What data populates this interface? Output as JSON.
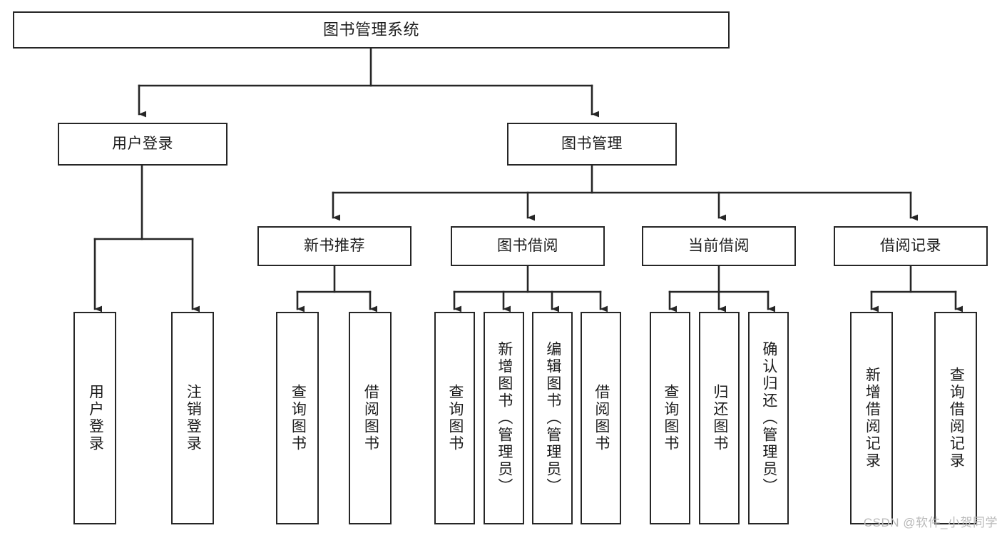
{
  "diagram": {
    "type": "tree",
    "title": "图书管理系统",
    "orientation": "top-down",
    "colors": {
      "box_border": "#262626",
      "box_fill": "#ffffff",
      "connector": "#262626",
      "text": "#1c1c1c",
      "watermark": "#b9b9b9",
      "background": "#ffffff"
    },
    "nodes": {
      "root": {
        "label": "图书管理系统",
        "level": 0,
        "text_orientation": "horizontal"
      },
      "user_login": {
        "label": "用户登录",
        "level": 1,
        "text_orientation": "horizontal"
      },
      "book_manage": {
        "label": "图书管理",
        "level": 1,
        "text_orientation": "horizontal"
      },
      "new_book_rec": {
        "label": "新书推荐",
        "level": 2,
        "text_orientation": "horizontal"
      },
      "book_borrow": {
        "label": "图书借阅",
        "level": 2,
        "text_orientation": "horizontal"
      },
      "current_borrow": {
        "label": "当前借阅",
        "level": 2,
        "text_orientation": "horizontal"
      },
      "borrow_record": {
        "label": "借阅记录",
        "level": 2,
        "text_orientation": "horizontal"
      },
      "leaf_user_login": {
        "label": "用户登录",
        "level": 3,
        "text_orientation": "vertical"
      },
      "leaf_logout": {
        "label": "注销登录",
        "level": 3,
        "text_orientation": "vertical"
      },
      "leaf_query_book_1": {
        "label": "查询图书",
        "level": 3,
        "text_orientation": "vertical"
      },
      "leaf_borrow_book_1": {
        "label": "借阅图书",
        "level": 3,
        "text_orientation": "vertical"
      },
      "leaf_query_book_2": {
        "label": "查询图书",
        "level": 3,
        "text_orientation": "vertical"
      },
      "leaf_add_book": {
        "label": "新增图书（管理员）",
        "level": 3,
        "text_orientation": "vertical"
      },
      "leaf_edit_book": {
        "label": "编辑图书（管理员）",
        "level": 3,
        "text_orientation": "vertical"
      },
      "leaf_borrow_book_2": {
        "label": "借阅图书",
        "level": 3,
        "text_orientation": "vertical"
      },
      "leaf_query_book_3": {
        "label": "查询图书",
        "level": 3,
        "text_orientation": "vertical"
      },
      "leaf_return_book": {
        "label": "归还图书",
        "level": 3,
        "text_orientation": "vertical"
      },
      "leaf_confirm_return": {
        "label": "确认归还（管理员）",
        "level": 3,
        "text_orientation": "vertical"
      },
      "leaf_add_record": {
        "label": "新增借阅记录",
        "level": 3,
        "text_orientation": "vertical"
      },
      "leaf_query_record": {
        "label": "查询借阅记录",
        "level": 3,
        "text_orientation": "vertical"
      }
    },
    "edges": [
      {
        "from": "root",
        "to": "user_login"
      },
      {
        "from": "root",
        "to": "book_manage"
      },
      {
        "from": "book_manage",
        "to": "new_book_rec"
      },
      {
        "from": "book_manage",
        "to": "book_borrow"
      },
      {
        "from": "book_manage",
        "to": "current_borrow"
      },
      {
        "from": "book_manage",
        "to": "borrow_record"
      },
      {
        "from": "user_login",
        "to": "leaf_user_login"
      },
      {
        "from": "user_login",
        "to": "leaf_logout"
      },
      {
        "from": "new_book_rec",
        "to": "leaf_query_book_1"
      },
      {
        "from": "new_book_rec",
        "to": "leaf_borrow_book_1"
      },
      {
        "from": "book_borrow",
        "to": "leaf_query_book_2"
      },
      {
        "from": "book_borrow",
        "to": "leaf_add_book"
      },
      {
        "from": "book_borrow",
        "to": "leaf_edit_book"
      },
      {
        "from": "book_borrow",
        "to": "leaf_borrow_book_2"
      },
      {
        "from": "current_borrow",
        "to": "leaf_query_book_3"
      },
      {
        "from": "current_borrow",
        "to": "leaf_return_book"
      },
      {
        "from": "current_borrow",
        "to": "leaf_confirm_return"
      },
      {
        "from": "borrow_record",
        "to": "leaf_add_record"
      },
      {
        "from": "borrow_record",
        "to": "leaf_query_record"
      }
    ]
  },
  "watermark": {
    "text": "CSDN @软件_小贺同学"
  }
}
